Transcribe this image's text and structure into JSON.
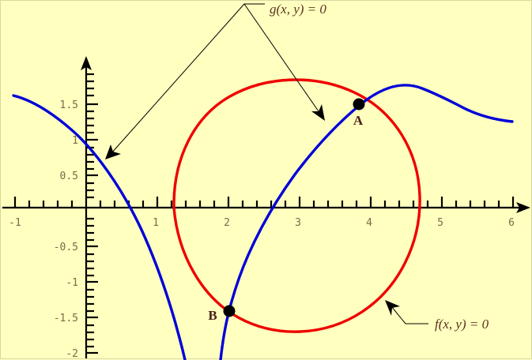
{
  "figure": {
    "title": "",
    "background_color": "#ffffbf",
    "border_color": "#d8d8a0"
  },
  "labels": {
    "curve_g": "g(x, y) = 0",
    "curve_f": "f(x, y) = 0",
    "point_a": "A",
    "point_b": "B"
  },
  "colors": {
    "curve_g": "#0000d8",
    "curve_f": "#ee0000",
    "axis": "#000000",
    "tick_text": "#7a6a4a",
    "label_text": "#5a3420",
    "point_label_text": "#4a2018",
    "marker": "#000000"
  },
  "chart_data": {
    "type": "line",
    "title": "",
    "xlabel": "",
    "ylabel": "",
    "xlim": [
      -1.25,
      6.25
    ],
    "ylim": [
      -2.05,
      2.1
    ],
    "grid": false,
    "legend": "annotations",
    "x_ticks_major": [
      -1,
      1,
      2,
      3,
      4,
      5,
      6
    ],
    "x_tick_labels": [
      "-1",
      "1",
      "2",
      "3",
      "4",
      "5",
      "6"
    ],
    "x_tick_minor_step": 0.2,
    "y_ticks_major": [
      1.5,
      1,
      0.5,
      -0.5,
      -1,
      -1.5,
      -2
    ],
    "y_tick_labels": [
      "1.5",
      "1",
      "0.5",
      "-0.5",
      "-1",
      "-1.5",
      "-2"
    ],
    "y_tick_minor_step": 0.1,
    "series": [
      {
        "name": "g(x, y) = 0",
        "color": "#0000d8",
        "style": "implicit-curve",
        "branches": [
          {
            "name": "left-branch",
            "points": [
              [
                -1.0,
                1.68
              ],
              [
                -0.85,
                1.62
              ],
              [
                -0.7,
                1.55
              ],
              [
                -0.55,
                1.47
              ],
              [
                -0.4,
                1.37
              ],
              [
                -0.25,
                1.25
              ],
              [
                -0.1,
                1.1
              ],
              [
                0.0,
                1.0
              ],
              [
                0.1,
                0.89
              ],
              [
                0.2,
                0.78
              ],
              [
                0.3,
                0.66
              ],
              [
                0.4,
                0.53
              ],
              [
                0.5,
                0.39
              ],
              [
                0.6,
                0.24
              ],
              [
                0.7,
                0.08
              ],
              [
                0.72,
                0.0
              ],
              [
                0.8,
                -0.1
              ],
              [
                0.9,
                -0.29
              ],
              [
                1.0,
                -0.49
              ],
              [
                1.1,
                -0.71
              ],
              [
                1.2,
                -0.94
              ],
              [
                1.3,
                -1.19
              ],
              [
                1.4,
                -1.45
              ],
              [
                1.5,
                -1.72
              ],
              [
                1.6,
                -2.0
              ],
              [
                1.63,
                -2.08
              ]
            ]
          },
          {
            "name": "right-branch",
            "points": [
              [
                1.9,
                -2.04
              ],
              [
                1.95,
                -1.86
              ],
              [
                2.0,
                -1.68
              ],
              [
                2.05,
                -1.5
              ],
              [
                2.1,
                -1.35
              ],
              [
                2.2,
                -1.1
              ],
              [
                2.3,
                -0.86
              ],
              [
                2.4,
                -0.63
              ],
              [
                2.45,
                -0.5
              ],
              [
                2.5,
                -0.37
              ],
              [
                2.6,
                -0.12
              ],
              [
                2.65,
                0.0
              ],
              [
                2.7,
                0.1
              ],
              [
                2.8,
                0.3
              ],
              [
                2.9,
                0.48
              ],
              [
                3.0,
                0.64
              ],
              [
                3.2,
                0.92
              ],
              [
                3.4,
                1.14
              ],
              [
                3.6,
                1.3
              ],
              [
                3.8,
                1.43
              ],
              [
                3.87,
                1.47
              ],
              [
                4.0,
                1.53
              ],
              [
                4.2,
                1.62
              ],
              [
                4.4,
                1.67
              ],
              [
                4.6,
                1.7
              ],
              [
                4.8,
                1.71
              ],
              [
                5.0,
                1.7
              ],
              [
                5.2,
                1.66
              ],
              [
                5.4,
                1.6
              ],
              [
                5.6,
                1.52
              ],
              [
                5.8,
                1.43
              ],
              [
                6.0,
                1.32
              ],
              [
                6.1,
                1.26
              ]
            ]
          }
        ]
      },
      {
        "name": "f(x, y) = 0",
        "color": "#ee0000",
        "style": "implicit-curve-closed",
        "shape": "circle",
        "center": [
          3.0,
          -0.05
        ],
        "radius_x": 1.73,
        "radius_y": 1.75
      }
    ],
    "points": [
      {
        "label": "A",
        "x": 3.87,
        "y": 1.47
      },
      {
        "label": "B",
        "x": 2.03,
        "y": -1.45
      }
    ],
    "annotations": [
      {
        "text": "g(x, y) = 0",
        "text_x": 3.28,
        "text_y": 2.05,
        "targets": [
          [
            0.3,
            0.66
          ],
          [
            3.33,
            1.28
          ]
        ]
      },
      {
        "text": "f(x, y) = 0",
        "text_x": 5.35,
        "text_y": -1.62,
        "targets": [
          [
            4.35,
            -1.47
          ]
        ]
      }
    ]
  }
}
